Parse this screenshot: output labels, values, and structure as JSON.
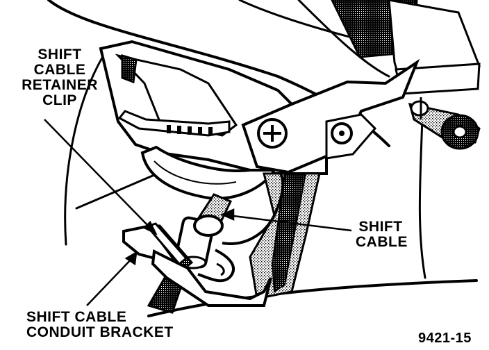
{
  "labels": {
    "retainer_clip": [
      "SHIFT",
      "CABLE",
      "RETAINER",
      "CLIP"
    ],
    "shift_cable": [
      "SHIFT",
      "CABLE"
    ],
    "conduit_bracket": [
      "SHIFT CABLE",
      "CONDUIT BRACKET"
    ],
    "figure_number": "9421-15"
  },
  "colors": {
    "ink": "#000000",
    "paper": "#ffffff"
  }
}
